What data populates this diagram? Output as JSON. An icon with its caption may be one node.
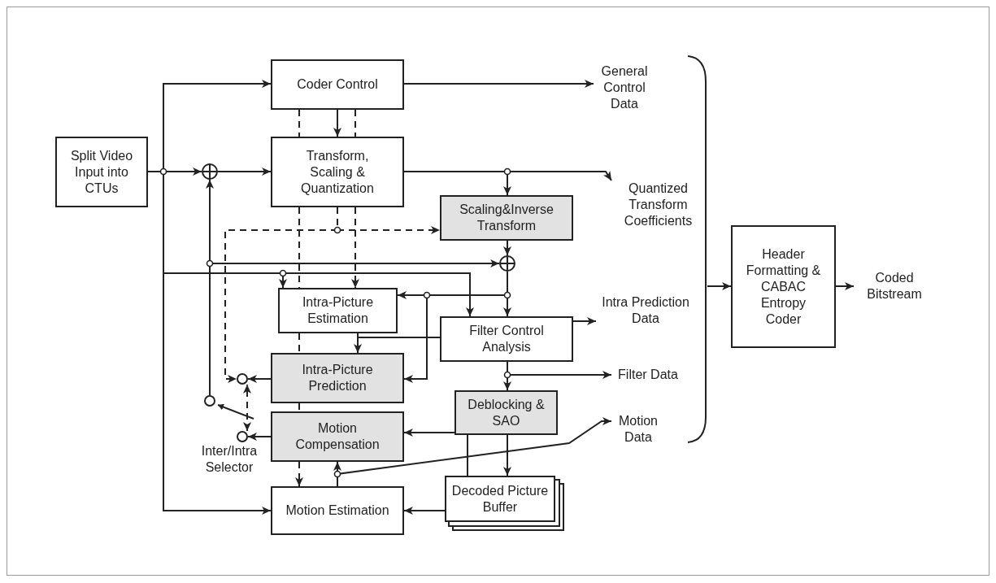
{
  "diagram": {
    "nodes": [
      {
        "text": [
          "Split Video Input into CTUs"
        ]
      },
      {
        "text": [
          "Coder Control"
        ]
      },
      {
        "text": [
          "Transform, Scaling & Quantization"
        ]
      },
      {
        "text": [
          "Scaling&Inverse Transform"
        ]
      },
      {
        "text": [
          "Intra-Picture Estimation"
        ]
      },
      {
        "text": [
          "Filter Control Analysis"
        ]
      },
      {
        "text": [
          "Intra-Picture Prediction"
        ]
      },
      {
        "text": [
          "Motion Compensation"
        ]
      },
      {
        "text": [
          "Deblocking & SAO"
        ]
      },
      {
        "text": [
          "Decoded Picture Buffer"
        ]
      },
      {
        "text": [
          "Motion Estimation"
        ]
      },
      {
        "text": [
          "Header Formatting & CABAC Entropy Coder"
        ]
      },
      {
        "text": [
          "General Control Data"
        ]
      },
      {
        "text": [
          "Quantized Transform Coefficients"
        ]
      },
      {
        "text": [
          "Intra Prediction Data"
        ]
      },
      {
        "text": [
          "Filter Data"
        ]
      },
      {
        "text": [
          "Motion Data"
        ]
      },
      {
        "text": [
          "Coded Bitstream"
        ]
      },
      {
        "text": [],
        "shape": "circle"
      },
      {
        "text": [],
        "shape": "circle"
      },
      {
        "text": [],
        "shape": "circle"
      },
      {
        "text": [],
        "shape": "circle"
      },
      {
        "text": [],
        "shape": "circle"
      },
      {
        "text": [],
        "shape": "brace"
      }
    ],
    "edges": [
      {
        "from": 0,
        "to": 18,
        "arrow": "to"
      },
      {
        "from": 0,
        "to": 1,
        "arrow": "to"
      },
      {
        "from": 0,
        "to": 10,
        "arrow": "to"
      },
      {
        "from": 0,
        "to": 4,
        "arrow": "to"
      },
      {
        "from": 0,
        "to": 5,
        "arrow": "to"
      },
      {
        "from": 18,
        "to": 2,
        "arrow": "to"
      },
      {
        "from": 1,
        "to": 12,
        "arrow": "to"
      },
      {
        "from": 1,
        "to": 2,
        "arrow": "to"
      },
      {
        "from": 1,
        "to": 2,
        "arrow": "none",
        "style": "dashed"
      },
      {
        "from": 2,
        "to": 4,
        "arrow": "to",
        "style": "dashed"
      },
      {
        "from": 1,
        "to": 2,
        "arrow": "none",
        "style": "dashed"
      },
      {
        "from": 2,
        "to": 4,
        "arrow": "none",
        "style": "dashed"
      },
      {
        "from": 4,
        "to": 6,
        "arrow": "none",
        "style": "dashed"
      },
      {
        "from": 6,
        "to": 7,
        "arrow": "none",
        "style": "dashed"
      },
      {
        "from": 7,
        "to": 10,
        "arrow": "to",
        "style": "dashed"
      },
      {
        "from": 2,
        "to": 13,
        "arrow": "to"
      },
      {
        "from": 2,
        "to": 3,
        "arrow": "to"
      },
      {
        "from": 2,
        "to": 3,
        "arrow": "to",
        "style": "dashed"
      },
      {
        "from": 2,
        "to": 20,
        "arrow": "to",
        "style": "dashed"
      },
      {
        "from": 3,
        "to": 19,
        "arrow": "to"
      },
      {
        "from": 22,
        "to": 18,
        "arrow": "to"
      },
      {
        "from": 22,
        "to": 19,
        "arrow": "to"
      },
      {
        "from": 19,
        "to": 5,
        "arrow": "to"
      },
      {
        "from": 19,
        "to": 4,
        "arrow": "to"
      },
      {
        "from": 19,
        "to": 6,
        "arrow": "to"
      },
      {
        "from": 4,
        "to": 6,
        "arrow": "to"
      },
      {
        "from": 4,
        "to": 5,
        "arrow": "none"
      },
      {
        "from": 5,
        "to": 14,
        "arrow": "to"
      },
      {
        "from": 5,
        "to": 8,
        "arrow": "to"
      },
      {
        "from": 5,
        "to": 15,
        "arrow": "to"
      },
      {
        "from": 8,
        "to": 9,
        "arrow": "to"
      },
      {
        "from": 9,
        "to": 10,
        "arrow": "to"
      },
      {
        "from": 9,
        "to": 7,
        "arrow": "to"
      },
      {
        "from": 10,
        "to": 7,
        "arrow": "to"
      },
      {
        "from": 10,
        "to": 16,
        "arrow": "to"
      },
      {
        "from": 6,
        "to": 20,
        "arrow": "to"
      },
      {
        "from": 7,
        "to": 21,
        "arrow": "to"
      },
      {
        "from": 23,
        "to": 11,
        "arrow": "to"
      },
      {
        "from": 11,
        "to": 17,
        "arrow": "to"
      },
      {
        "from": 21,
        "to": 20,
        "arrow": "both",
        "style": "dashed"
      }
    ],
    "labels": [
      "Inter/Intra Selector"
    ]
  }
}
